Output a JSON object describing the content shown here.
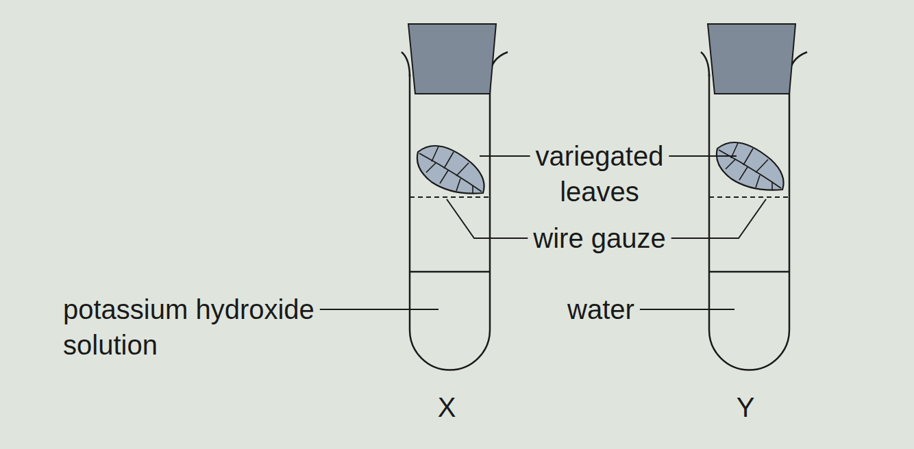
{
  "diagram": {
    "labels": [
      "variegated leaves",
      "wire gauze",
      "potassium hydroxide solution",
      "water",
      "X",
      "Y"
    ]
  }
}
